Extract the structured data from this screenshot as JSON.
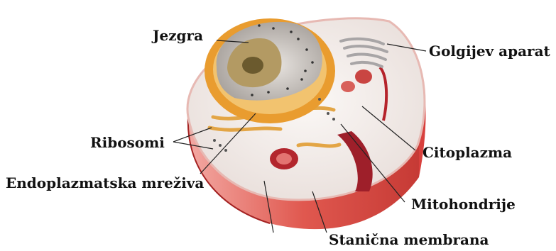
{
  "labels": {
    "nucleus": "Jezgra",
    "golgi": "Golgijev aparat",
    "ribosomes": "Ribosomi",
    "cytoplasm": "Citoplazma",
    "er": "Endoplazmatska mreživa",
    "mitochondria": "Mitohondrije",
    "membrane": "Stanična membrana"
  },
  "colors": {
    "membrane": "#d9534f",
    "membrane_dark": "#b2232a",
    "cytoplasm": "#f4f1f0",
    "nucleus_envelope": "#e8a53a",
    "nucleus_inner": "#cfc9c4",
    "nucleolus": "#6b5a2e",
    "er": "#e9b36a",
    "leader": "#222222"
  }
}
